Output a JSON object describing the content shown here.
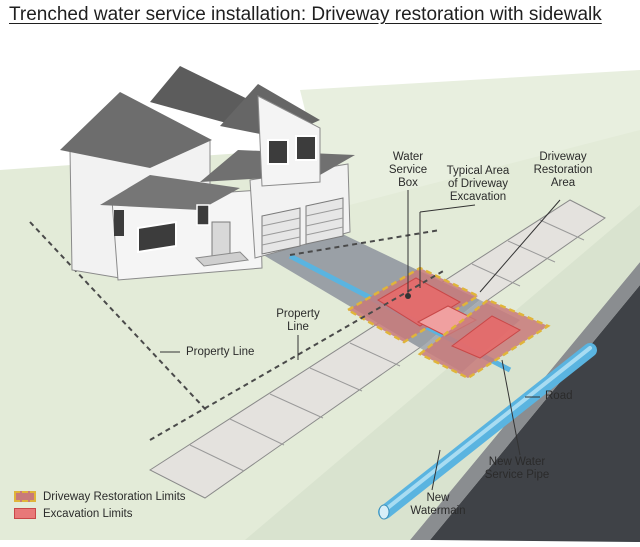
{
  "title": "Trenched water service installation: Driveway restoration with sidewalk",
  "labels": {
    "water_service_box": "Water\nService\nBox",
    "typical_area": "Typical Area\nof Driveway\nExcavation",
    "driveway_restoration_area": "Driveway\nRestoration\nArea",
    "property_line_1": "Property\nLine",
    "property_line_2": "Property Line",
    "road": "Road",
    "new_water_service_pipe": "New Water\nService Pipe",
    "new_watermain": "New\nWatermain"
  },
  "legend": [
    {
      "label": "Driveway Restoration Limits",
      "color": "#c87a7a",
      "border": "#e0b43a"
    },
    {
      "label": "Excavation Limits",
      "color": "#e87878",
      "border": "#c84848"
    }
  ],
  "colors": {
    "lawn": "#e3ebd8",
    "driveway": "#9aa0a6",
    "sidewalk": "#e4e2de",
    "road": "#3f4247",
    "pipe": "#5ab4e0",
    "house_wall": "#f2f2f2",
    "roof": "#6d6d6d"
  }
}
